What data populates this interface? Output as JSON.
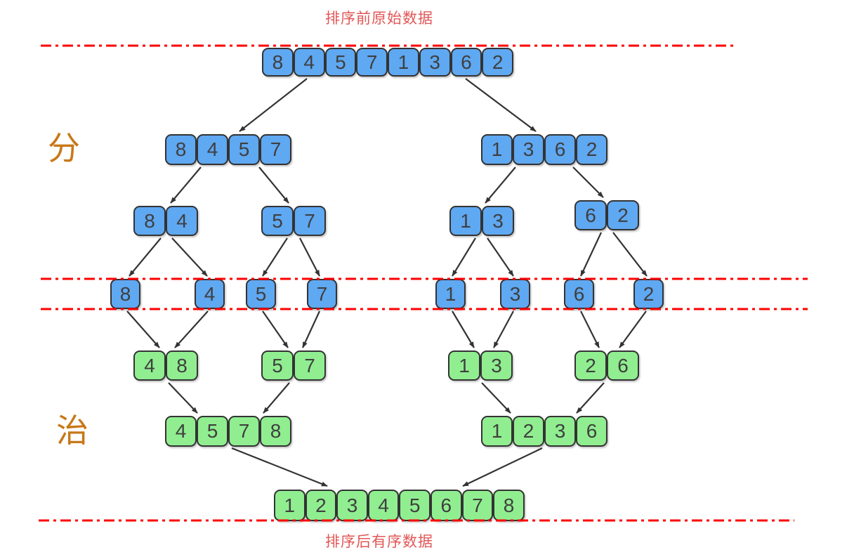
{
  "titles": {
    "top": "排序前原始数据",
    "bottom": "排序后有序数据"
  },
  "phase_labels": {
    "divide": "分",
    "conquer": "治"
  },
  "colors": {
    "unsorted_fill": "#5FA8F2",
    "sorted_fill": "#90EE90",
    "box_border": "#333333",
    "digit_text": "#3F3F3F",
    "divider_line": "#FF0000",
    "title_text": "#E25757",
    "phase_label_text": "#C87818",
    "arrow": "#333333",
    "background": "#FFFFFF"
  },
  "nodes": [
    {
      "id": "root",
      "values": [
        "8",
        "4",
        "5",
        "7",
        "1",
        "3",
        "6",
        "2"
      ],
      "state": "unsorted"
    },
    {
      "id": "left-half",
      "values": [
        "8",
        "4",
        "5",
        "7"
      ],
      "state": "unsorted"
    },
    {
      "id": "right-half",
      "values": [
        "1",
        "3",
        "6",
        "2"
      ],
      "state": "unsorted"
    },
    {
      "id": "pair-84",
      "values": [
        "8",
        "4"
      ],
      "state": "unsorted"
    },
    {
      "id": "pair-57",
      "values": [
        "5",
        "7"
      ],
      "state": "unsorted"
    },
    {
      "id": "pair-13",
      "values": [
        "1",
        "3"
      ],
      "state": "unsorted"
    },
    {
      "id": "pair-62",
      "values": [
        "6",
        "2"
      ],
      "state": "unsorted"
    },
    {
      "id": "single-8",
      "values": [
        "8"
      ],
      "state": "unsorted"
    },
    {
      "id": "single-4",
      "values": [
        "4"
      ],
      "state": "unsorted"
    },
    {
      "id": "single-5",
      "values": [
        "5"
      ],
      "state": "unsorted"
    },
    {
      "id": "single-7",
      "values": [
        "7"
      ],
      "state": "unsorted"
    },
    {
      "id": "single-1",
      "values": [
        "1"
      ],
      "state": "unsorted"
    },
    {
      "id": "single-3",
      "values": [
        "3"
      ],
      "state": "unsorted"
    },
    {
      "id": "single-6",
      "values": [
        "6"
      ],
      "state": "unsorted"
    },
    {
      "id": "single-2",
      "values": [
        "2"
      ],
      "state": "unsorted"
    },
    {
      "id": "merged-48",
      "values": [
        "4",
        "8"
      ],
      "state": "sorted"
    },
    {
      "id": "merged-57",
      "values": [
        "5",
        "7"
      ],
      "state": "sorted"
    },
    {
      "id": "merged-13",
      "values": [
        "1",
        "3"
      ],
      "state": "sorted"
    },
    {
      "id": "merged-26",
      "values": [
        "2",
        "6"
      ],
      "state": "sorted"
    },
    {
      "id": "merged-4578",
      "values": [
        "4",
        "5",
        "7",
        "8"
      ],
      "state": "sorted"
    },
    {
      "id": "merged-1236",
      "values": [
        "1",
        "2",
        "3",
        "6"
      ],
      "state": "sorted"
    },
    {
      "id": "merged-final",
      "values": [
        "1",
        "2",
        "3",
        "4",
        "5",
        "6",
        "7",
        "8"
      ],
      "state": "sorted"
    }
  ]
}
